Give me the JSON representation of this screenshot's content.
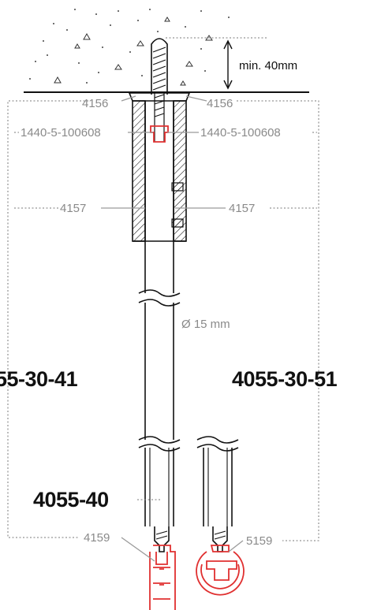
{
  "labels": {
    "embed_depth": "min. 40mm",
    "part_4156_left": "4156",
    "part_4156_right": "4156",
    "part_1440_left": "1440-5-100608",
    "part_1440_right": "1440-5-100608",
    "part_4157_left": "4157",
    "part_4157_right": "4157",
    "diameter": "Ø 15 mm",
    "assembly_left": "55-30-41",
    "assembly_right": "4055-30-51",
    "part_4055_40": "4055-40",
    "part_4159": "4159",
    "part_5159": "5159"
  },
  "colors": {
    "line": "#111111",
    "leader": "#9a9a9a",
    "label": "#8a8a8a",
    "highlight": "#e03030"
  }
}
